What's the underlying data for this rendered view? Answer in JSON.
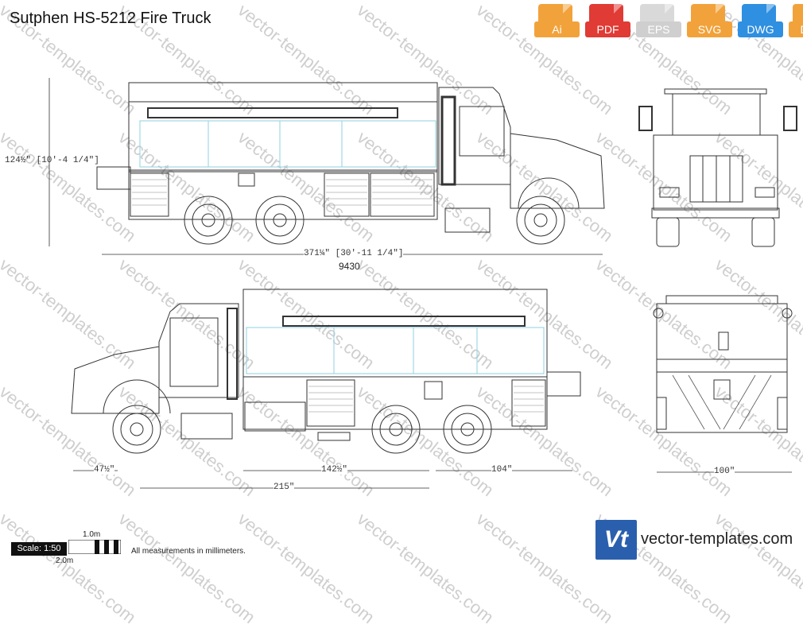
{
  "title": "Sutphen HS-5212 Fire Truck",
  "formats": [
    {
      "label": "Ai",
      "color": "#f2a23a"
    },
    {
      "label": "PDF",
      "color": "#e03b34"
    },
    {
      "label": "EPS",
      "color": "#d9d9d9"
    },
    {
      "label": "SVG",
      "color": "#f2a23a"
    },
    {
      "label": "DWG",
      "color": "#2f8fe0"
    },
    {
      "label": "DXF",
      "color": "#f2a23a"
    }
  ],
  "dimensions": {
    "height": "124½\" [10'-4 1/4\"]",
    "length": "371¼\" [30'-11 1/4\"]",
    "length_mm": "9430",
    "front_overhang": "47½\"",
    "wheelbase_front": "142½\"",
    "wheelbase_rear": "104\"",
    "overall_side": "215\"",
    "width": "100\""
  },
  "scale": {
    "label": "Scale: 1:50",
    "one_m": "1.0m",
    "two_m": "2.0m"
  },
  "note": "All measurements in millimeters.",
  "watermark": "vector-templates.com",
  "brand": {
    "logo": "Vt",
    "url": "vector-templates.com"
  }
}
